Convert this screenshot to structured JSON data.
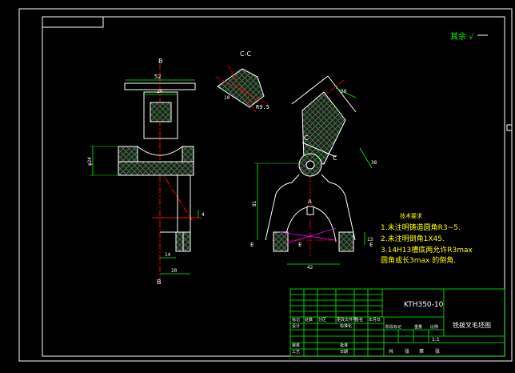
{
  "drawing": {
    "surface_finish": "其余 √",
    "section_cc_label": "C-C",
    "section_b_top": "B",
    "section_b_bottom": "B",
    "cut_c_left": "C",
    "cut_c_right": "C",
    "point_a": "A",
    "point_e_left": "E",
    "point_e_mid": "E",
    "point_e_right": "E",
    "radius_label": "R9.5",
    "dims": {
      "top_width": "52",
      "inner_width": "24",
      "left_height": "φ24",
      "right_offset": "4",
      "bottom_small": "14",
      "bottom_width": "20",
      "cc_dim": "10",
      "arm_dim": "20",
      "arm_side": "38",
      "height_left": "81",
      "base_width": "42",
      "base_right": "13"
    },
    "notes": {
      "title": "技术要求",
      "lines": [
        "1.未注明铸造圆角R3~5.",
        "2.未注明倒角1X45.",
        "3.14H13槽底两允许R3max",
        "圆角或长3max 的倒角."
      ]
    }
  },
  "title_block": {
    "drawing_number": "KTH350-10",
    "part_name": "铣拨叉毛坯图",
    "scale": "1:1",
    "row_labels": [
      "标记",
      "设计",
      "审核",
      "工艺"
    ],
    "col_labels": [
      "处数",
      "分区",
      "更改文件号",
      "签名",
      "年月日"
    ],
    "mid_labels": [
      "标准化",
      "批准",
      "日期"
    ],
    "right_headers": [
      "阶段标记",
      "重量",
      "比例"
    ],
    "right_footer": [
      "共",
      "张",
      "第",
      "张"
    ]
  },
  "colors": {
    "line_white": "#ffffff",
    "line_green": "#00ff00",
    "center_red": "#ff0000",
    "text_yellow": "#ffff00",
    "hatch_magenta": "#ff00ff",
    "title_cyan": "#00ffff"
  }
}
